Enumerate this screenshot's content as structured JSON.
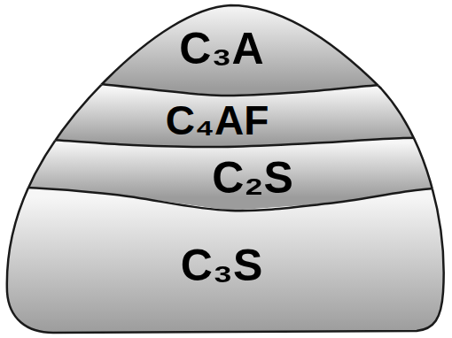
{
  "diagram": {
    "nodes": [
      {
        "text": [
          "C₃A"
        ]
      },
      {
        "text": [
          "C₄AF"
        ]
      },
      {
        "text": [
          "C₂S"
        ]
      },
      {
        "text": [
          "C₃S"
        ]
      }
    ]
  }
}
